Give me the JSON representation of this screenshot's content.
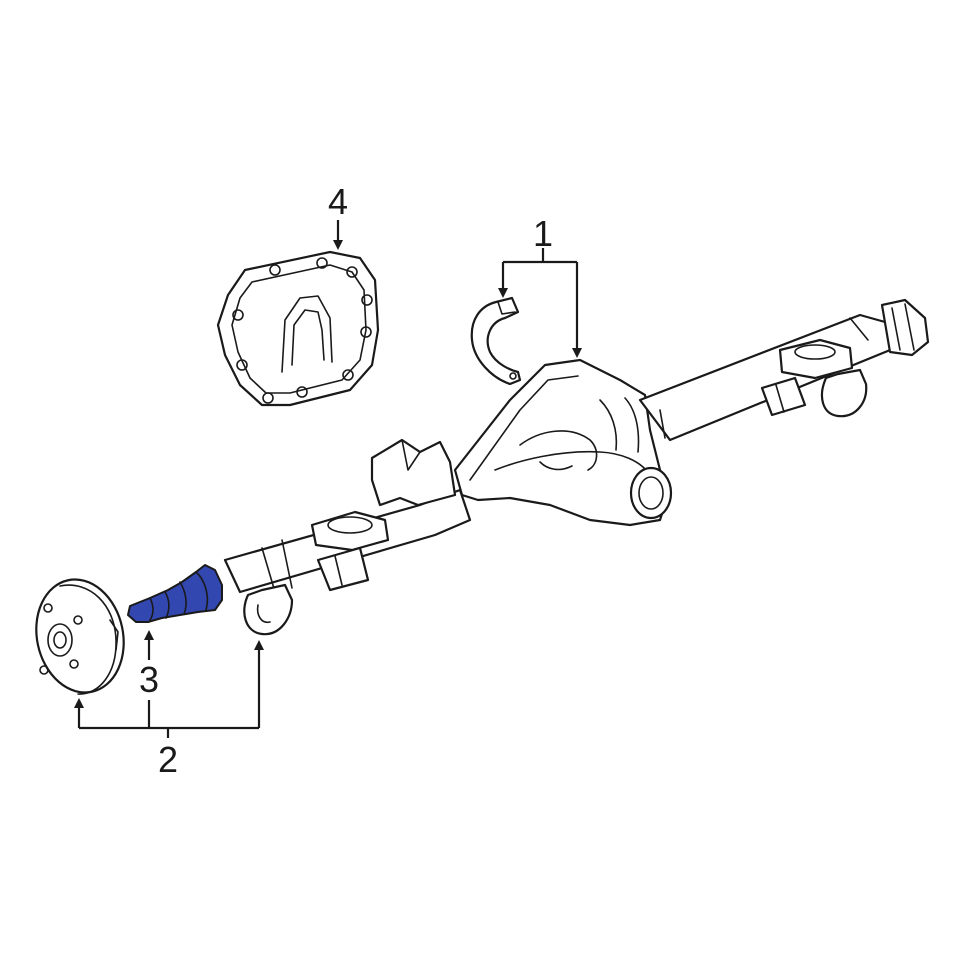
{
  "diagram": {
    "highlight_color": "#3347b0",
    "callouts": [
      {
        "id": "1",
        "label": "1"
      },
      {
        "id": "2",
        "label": "2"
      },
      {
        "id": "3",
        "label": "3"
      },
      {
        "id": "4",
        "label": "4"
      }
    ]
  }
}
